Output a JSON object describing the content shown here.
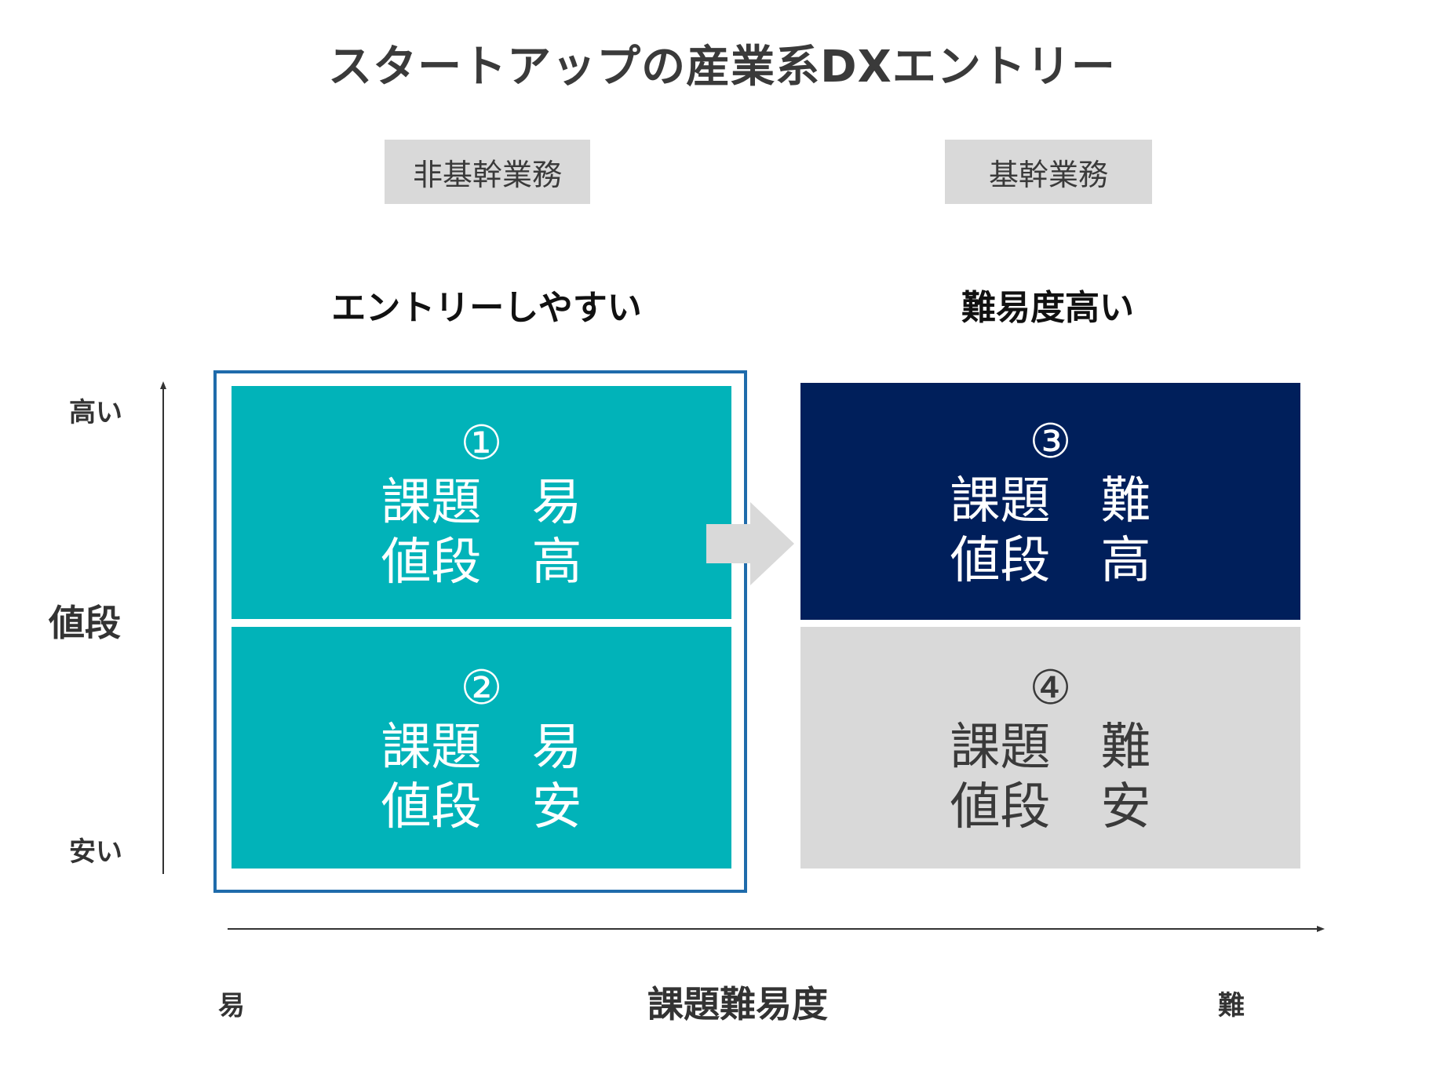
{
  "title": "スタートアップの産業系DXエントリー",
  "columns": {
    "left_tag": "非基幹業務",
    "right_tag": "基幹業務",
    "left_heading": "エントリーしやすい",
    "right_heading": "難易度高い"
  },
  "quadrants": [
    {
      "num": "①",
      "line1": "課題　易",
      "line2": "値段　高",
      "color": "#01b3b9"
    },
    {
      "num": "②",
      "line1": "課題　易",
      "line2": "値段　安",
      "color": "#01b3b9"
    },
    {
      "num": "③",
      "line1": "課題　難",
      "line2": "値段　高",
      "color": "#001f5b"
    },
    {
      "num": "④",
      "line1": "課題　難",
      "line2": "値段　安",
      "color": "#d9d9d9"
    }
  ],
  "y_axis": {
    "label": "値段",
    "high": "高い",
    "low": "安い"
  },
  "x_axis": {
    "label": "課題難易度",
    "easy": "易",
    "hard": "難"
  },
  "colors": {
    "highlight_frame": "#1f6bab",
    "arrow": "#d9d9d9"
  }
}
